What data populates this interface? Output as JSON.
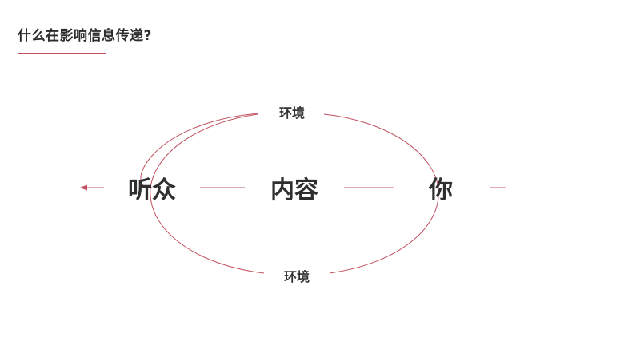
{
  "slide": {
    "title": "什么在影响信息传递?"
  },
  "diagram": {
    "nodes": {
      "audience": "听众",
      "content": "内容",
      "you": "你",
      "environment_top": "环境",
      "environment_bottom": "环境"
    },
    "colors": {
      "accent": "#c0505e",
      "text": "#2f2f2f",
      "background": "#ffffff"
    }
  }
}
